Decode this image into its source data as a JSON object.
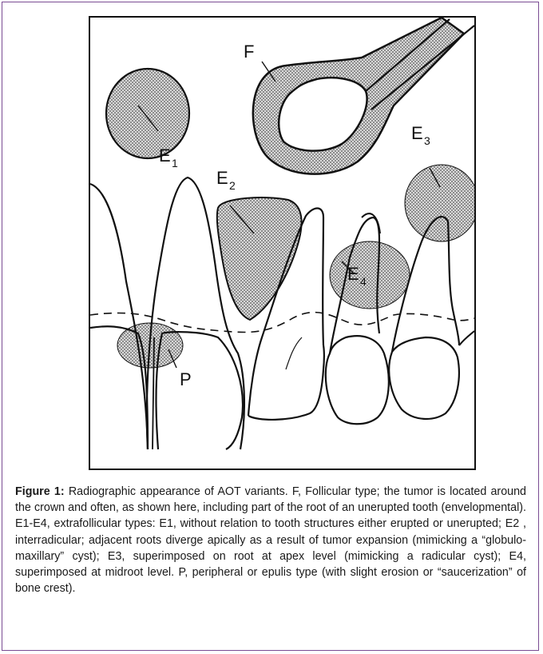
{
  "figure": {
    "labels": {
      "f": "F",
      "e1": "E",
      "e1_sub": "1",
      "e2": "E",
      "e2_sub": "2",
      "e3": "E",
      "e3_sub": "3",
      "e4": "E",
      "e4_sub": "4",
      "p": "P"
    },
    "colors": {
      "lesion_fill": "#b9b9b9",
      "outline": "#111111",
      "border_frame": "#7a4c93"
    }
  },
  "caption": {
    "lead": "Figure 1:",
    "text": " Radiographic appearance of AOT variants. F, Follicular type; the tumor is located around the crown and often, as shown here, including part of the root of an unerupted tooth (envelopmental). E1-E4, extrafollicular types: E1, without relation to tooth structures either erupted or unerupted; E2 , interradicular; adjacent roots diverge apically as a result of tumor expansion (mimicking a “globulo-maxillary” cyst); E3, superimposed on root at apex level (mimicking a radicular cyst); E4, superimposed at midroot level. P, peripheral or epulis type (with slight erosion or “saucerization” of bone crest)."
  }
}
